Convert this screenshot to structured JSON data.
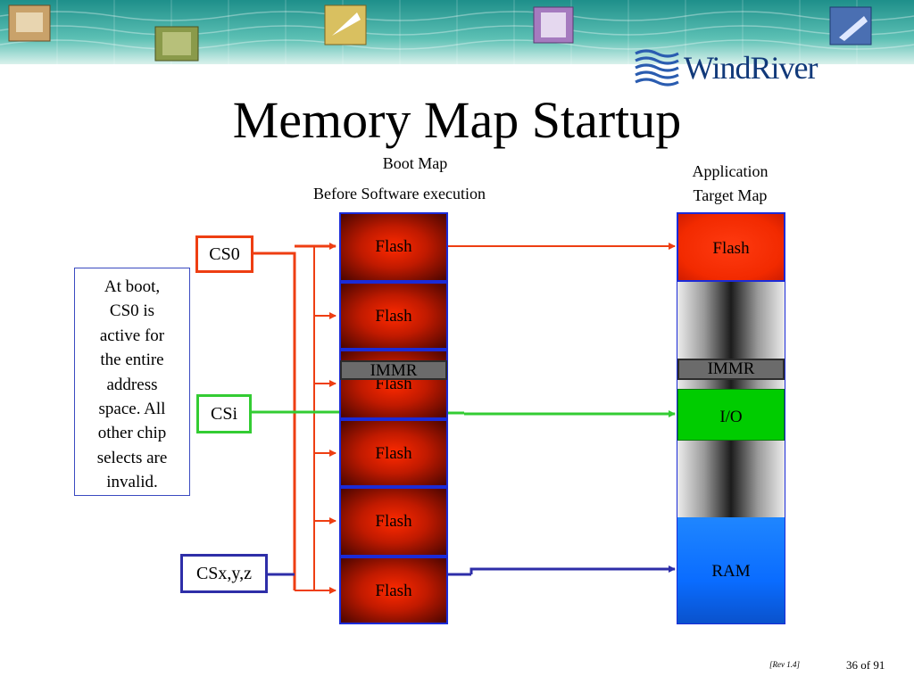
{
  "header": {
    "logo_text": "WindRiver"
  },
  "slide": {
    "title": "Memory Map Startup",
    "boot_map_title": "Boot Map",
    "boot_map_subtitle": "Before Software execution",
    "app_map_title_line1": "Application",
    "app_map_title_line2": "Target Map"
  },
  "boot_map": {
    "blocks": [
      "Flash",
      "Flash",
      "Flash",
      "Flash",
      "Flash",
      "Flash"
    ],
    "immr_label": "IMMR"
  },
  "app_map": {
    "flash": "Flash",
    "immr": "IMMR",
    "io": "I/O",
    "ram": "RAM"
  },
  "chip_selects": {
    "cs0": "CS0",
    "csi": "CSi",
    "csxyz": "CSx,y,z"
  },
  "note": {
    "lines": [
      "At boot,",
      "CS0 is",
      "active for",
      "the entire",
      "address",
      "space.  All",
      "other chip",
      "selects are",
      "invalid."
    ]
  },
  "colors": {
    "cs0_line": "#ee3e12",
    "csi_line": "#33cc33",
    "csxyz_line": "#2e2ea8",
    "flash": "#ff2a00",
    "io": "#00cc00",
    "ram": "#0a6cff",
    "border_blue": "#1b2bd8"
  },
  "footer": {
    "revision": "[Rev 1.4]",
    "page": "36 of 91"
  }
}
